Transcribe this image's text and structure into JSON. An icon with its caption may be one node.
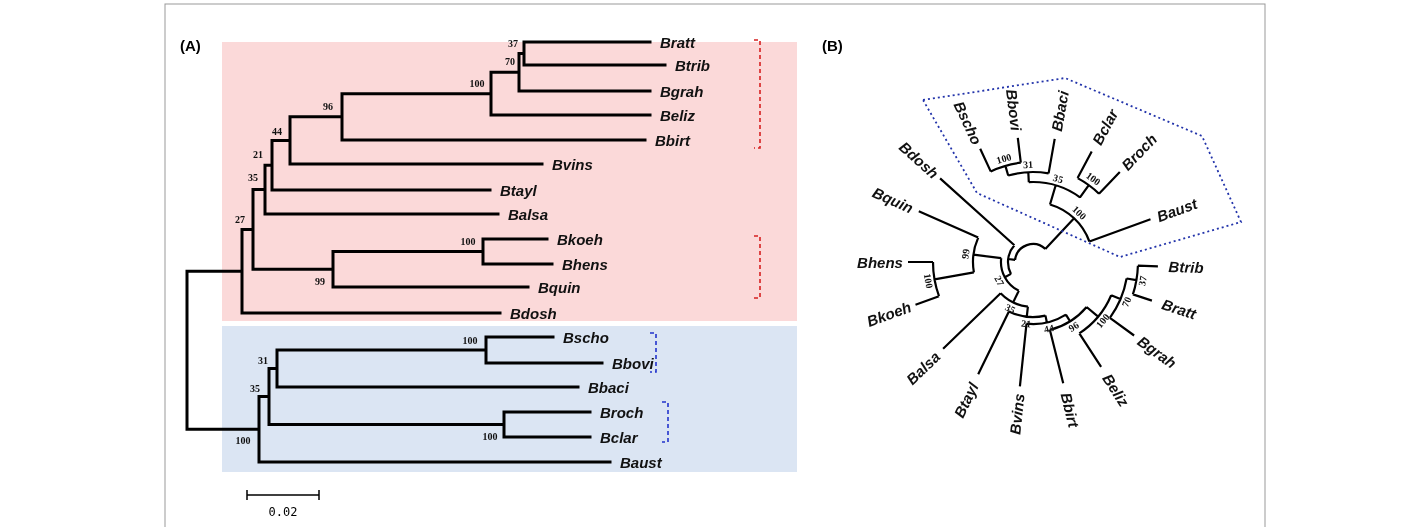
{
  "diagram": {
    "labels": [
      "(A)",
      "37",
      "Bratt",
      "70",
      "Btrib",
      "100",
      "Bgrah",
      "96",
      "Beliz",
      "44",
      "Bbirt",
      "21",
      "Bvins",
      "35",
      "Btayl",
      "Balsa",
      "27",
      "100",
      "Bkoeh",
      "Bhens",
      "99",
      "Bquin",
      "Bdosh",
      "100",
      "Bscho",
      "31",
      "Bbovi",
      "35",
      "Bbaci",
      "Broch",
      "100",
      "Bclar",
      "100",
      "Baust",
      "0.02",
      "(B)",
      "Bscho",
      "Bbovi",
      "Bbaci",
      "Bclar",
      "Broch",
      "100",
      "31",
      "35",
      "100",
      "Bdosh",
      "Baust",
      "100",
      "Bquin",
      "99",
      "Bhens",
      "Btrib",
      "37",
      "100",
      "27",
      "Bratt",
      "70",
      "Bkoeh",
      "35",
      "21",
      "44",
      "96",
      "100",
      "Bgrah",
      "Balsa",
      "Btayl",
      "Beliz",
      "Bvins",
      "Bbirt"
    ]
  }
}
